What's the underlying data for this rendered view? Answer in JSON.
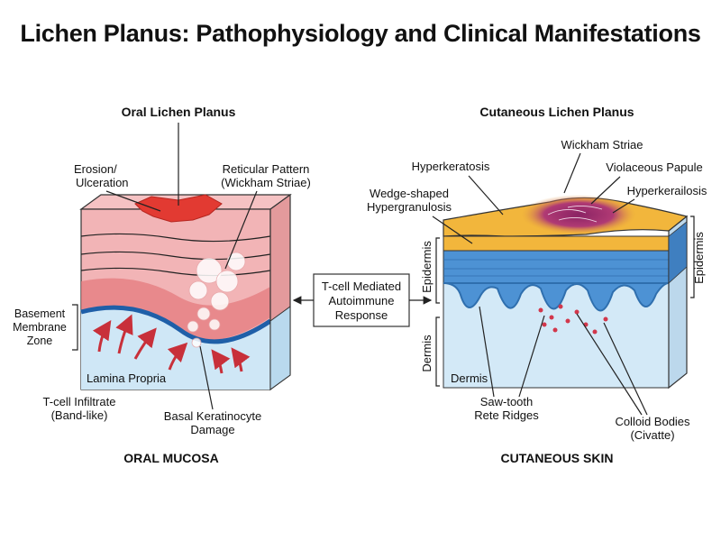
{
  "title": "Lichen Planus: Pathophysiology and Clinical Manifestations",
  "oral": {
    "heading": "Oral Lichen Planus",
    "erosion": [
      "Erosion/",
      "Ulceration"
    ],
    "reticular": [
      "Reticular Pattern",
      "(Wickham Striae)"
    ],
    "basement": [
      "Basement",
      "Membrane",
      "Zone"
    ],
    "lamina": "Lamina Propria",
    "tcell": [
      "T-cell Infiltrate",
      "(Band-like)"
    ],
    "basal": [
      "Basal Keratinocyte",
      "Damage"
    ],
    "caption": "ORAL MUCOSA"
  },
  "center": [
    "T-cell Mediated",
    "Autoimmune",
    "Response"
  ],
  "skin": {
    "heading": "Cutaneous Lichen Planus",
    "wickham": "Wickham Striae",
    "hyperkeratosis": "Hyperkeratosis",
    "papule": "Violaceous Papule",
    "hyperkerailosis": "Hyperkerailosis",
    "wedge": [
      "Wedge-shaped",
      "Hypergranulosis"
    ],
    "epidermis": "Epidermis",
    "dermis_side": "Dermis",
    "dermis": "Dermis",
    "sawtooth": [
      "Saw-tooth",
      "Rete Ridges"
    ],
    "colloid": [
      "Colloid Bodies",
      "(Civatte)"
    ],
    "caption": "CUTANEOUS SKIN"
  },
  "colors": {
    "mucosa_pink": "#f3b3b5",
    "mucosa_red": "#e0575a",
    "erosion": "#e23a32",
    "lamina": "#cfe7f6",
    "basement": "#1f5fa8",
    "keratin": "#f2b63c",
    "epidermis_blue": "#4d92d4",
    "papule": "#a2306e",
    "dermis": "#d3e9f7",
    "colloid": "#d2374b"
  }
}
